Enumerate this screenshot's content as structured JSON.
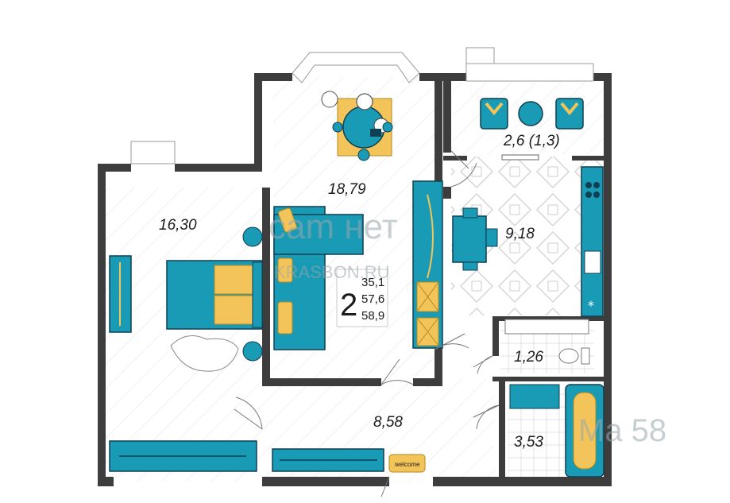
{
  "rooms": {
    "bedroom": {
      "area": "16,30"
    },
    "living": {
      "area": "18,79"
    },
    "balcony": {
      "area": "2,6 (1,3)"
    },
    "kitchen": {
      "area": "9,18"
    },
    "toilet": {
      "area": "1,26"
    },
    "hall": {
      "area": "8,58"
    },
    "bathroom": {
      "area": "3,53"
    }
  },
  "info": {
    "rooms_count": "2",
    "living_area": "35,1",
    "total_area": "57,6",
    "total_with_balcony": "58,9"
  },
  "doormat": {
    "label": "welcome"
  },
  "watermark": {
    "brand": "cam нет",
    "domain": "KRASBON.RU",
    "corner": "Ma 58"
  },
  "colors": {
    "wall": "#3d3d3d",
    "furniture": "#1a9bb5",
    "furniture_dark": "#0f3f52",
    "pillow": "#f2c45a",
    "rug": "#f2c45a",
    "floor_line": "#dcdcdc"
  }
}
